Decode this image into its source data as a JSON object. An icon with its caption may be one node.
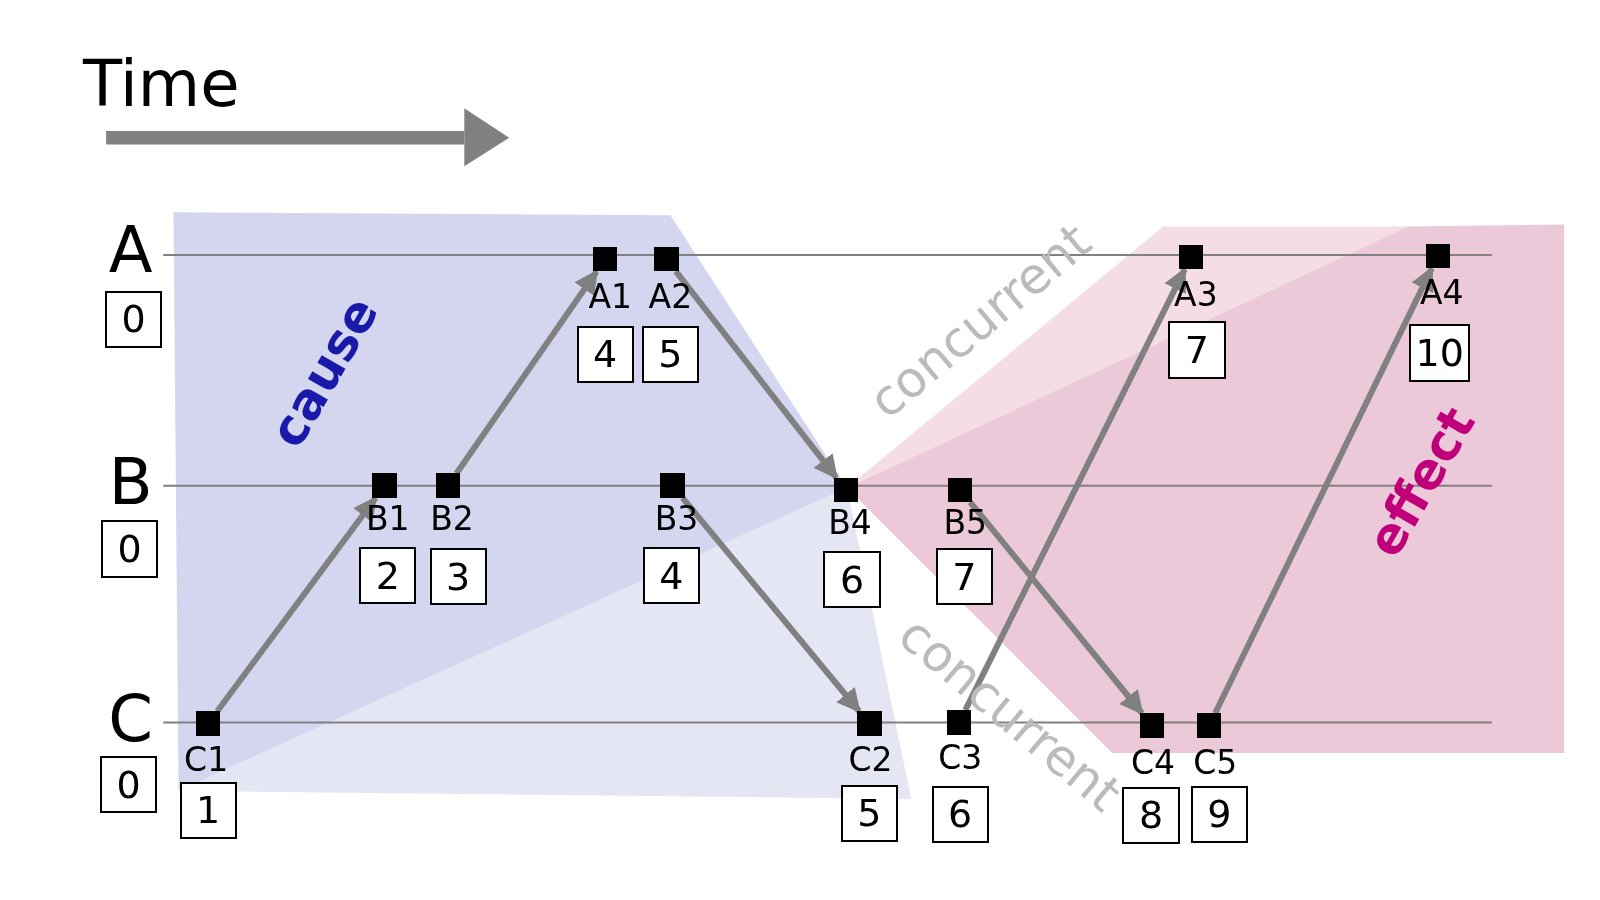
{
  "diagram": {
    "nodes": [
      {
        "text": [
          "0"
        ]
      },
      {
        "text": [
          "0"
        ]
      },
      {
        "text": [
          "0"
        ]
      },
      {
        "text": [
          "A1"
        ]
      },
      {
        "text": [
          "4"
        ]
      },
      {
        "text": [
          "A2"
        ]
      },
      {
        "text": [
          "5"
        ]
      },
      {
        "text": [
          "A3"
        ]
      },
      {
        "text": [
          "7"
        ]
      },
      {
        "text": [
          "A4"
        ]
      },
      {
        "text": [
          "10"
        ]
      },
      {
        "text": [
          "B1"
        ]
      },
      {
        "text": [
          "2"
        ]
      },
      {
        "text": [
          "B2"
        ]
      },
      {
        "text": [
          "3"
        ]
      },
      {
        "text": [
          "B3"
        ]
      },
      {
        "text": [
          "4"
        ]
      },
      {
        "text": [
          "B4"
        ]
      },
      {
        "text": [
          "6"
        ]
      },
      {
        "text": [
          "B5"
        ]
      },
      {
        "text": [
          "7"
        ]
      },
      {
        "text": [
          "C1"
        ]
      },
      {
        "text": [
          "1"
        ]
      },
      {
        "text": [
          "C2"
        ]
      },
      {
        "text": [
          "5"
        ]
      },
      {
        "text": [
          "C3"
        ]
      },
      {
        "text": [
          "6"
        ]
      },
      {
        "text": [
          "C4"
        ]
      },
      {
        "text": [
          "8"
        ]
      },
      {
        "text": [
          "C5"
        ]
      },
      {
        "text": [
          "9"
        ]
      }
    ],
    "edges": [
      {
        "from": 21,
        "to": 11,
        "arrow": "to"
      },
      {
        "from": 13,
        "to": 3,
        "arrow": "to"
      },
      {
        "from": 5,
        "to": 17,
        "arrow": "to"
      },
      {
        "from": 15,
        "to": 23,
        "arrow": "to"
      },
      {
        "from": 25,
        "to": 7,
        "arrow": "to"
      },
      {
        "from": 19,
        "to": 27,
        "arrow": "to"
      },
      {
        "from": 29,
        "to": 9,
        "arrow": "to"
      }
    ],
    "labels": [
      "Time",
      "A",
      "concurrent",
      "cause",
      "effect",
      "B",
      "concurrent",
      "C"
    ]
  }
}
